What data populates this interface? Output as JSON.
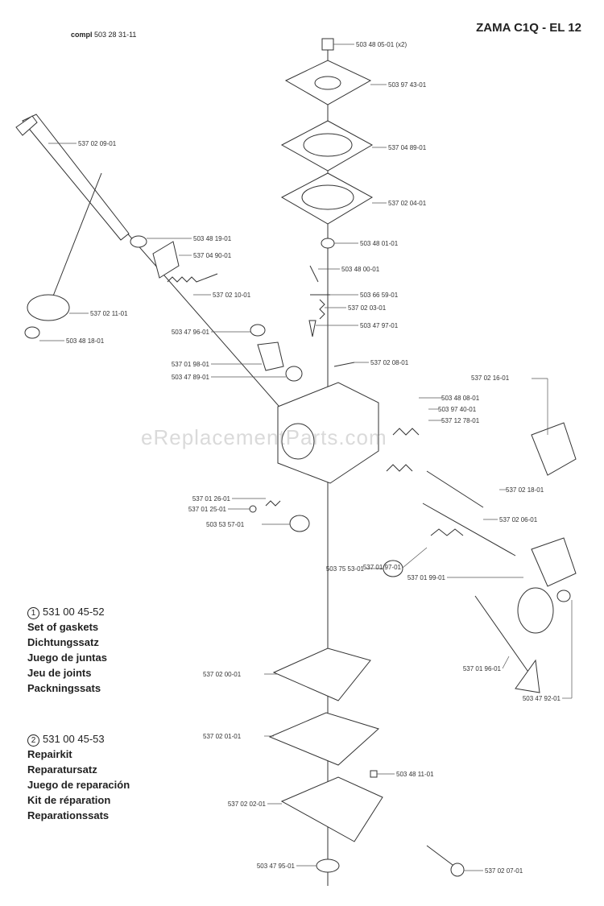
{
  "title": "ZAMA C1Q - EL 12",
  "compl": {
    "label": "compl",
    "number": "503 28 31-11"
  },
  "watermark": "eReplacementParts.com",
  "kit1": {
    "symbol": "1",
    "number": "531 00 45-52",
    "lines": [
      "Set of gaskets",
      "Dichtungssatz",
      "Juego de juntas",
      "Jeu de joints",
      "Packningssats"
    ]
  },
  "kit2": {
    "symbol": "2",
    "number": "531 00 45-53",
    "lines": [
      "Repairkit",
      "Reparatursatz",
      "Juego de reparación",
      "Kit de réparation",
      "Reparationssats"
    ]
  },
  "parts": [
    {
      "id": "p1",
      "label": "503 48 05-01 (x2)"
    },
    {
      "id": "p2",
      "label": "503 97 43-01"
    },
    {
      "id": "p3",
      "label": "537 04 89-01"
    },
    {
      "id": "p4",
      "label": "537 02 04-01"
    },
    {
      "id": "p5",
      "label": "503 48 01-01"
    },
    {
      "id": "p6",
      "label": "503 48 00-01"
    },
    {
      "id": "p7",
      "label": "503 66 59-01"
    },
    {
      "id": "p8",
      "label": "537 02 03-01"
    },
    {
      "id": "p9",
      "label": "503 47 97-01"
    },
    {
      "id": "p10",
      "label": "537 02 08-01"
    },
    {
      "id": "p11",
      "label": "537 02 09-01"
    },
    {
      "id": "p12",
      "label": "503 48 19-01"
    },
    {
      "id": "p13",
      "label": "537 04 90-01"
    },
    {
      "id": "p14",
      "label": "537 02 10-01"
    },
    {
      "id": "p15",
      "label": "537 02 11-01"
    },
    {
      "id": "p16",
      "label": "503 48 18-01"
    },
    {
      "id": "p17",
      "label": "503 47 96-01"
    },
    {
      "id": "p18",
      "label": "537 01 98-01"
    },
    {
      "id": "p19",
      "label": "503 47 89-01"
    },
    {
      "id": "p20",
      "label": "537 02 16-01"
    },
    {
      "id": "p21",
      "label": "503 48 08-01"
    },
    {
      "id": "p22",
      "label": "503 97 40-01"
    },
    {
      "id": "p23",
      "label": "537 12 78-01"
    },
    {
      "id": "p24",
      "label": "537 02 18-01"
    },
    {
      "id": "p25",
      "label": "537 01 26-01"
    },
    {
      "id": "p26",
      "label": "537 01 25-01"
    },
    {
      "id": "p27",
      "label": "503 53 57-01"
    },
    {
      "id": "p28",
      "label": "537 02 06-01"
    },
    {
      "id": "p29",
      "label": "503 75 53-01"
    },
    {
      "id": "p30",
      "label": "537 01 97-01"
    },
    {
      "id": "p31",
      "label": "537 01 99-01"
    },
    {
      "id": "p32",
      "label": "537 01 96-01"
    },
    {
      "id": "p33",
      "label": "537 02 00-01"
    },
    {
      "id": "p34",
      "label": "503 47 92-01"
    },
    {
      "id": "p35",
      "label": "537 02 01-01"
    },
    {
      "id": "p36",
      "label": "503 48 11-01"
    },
    {
      "id": "p37",
      "label": "537 02 02-01"
    },
    {
      "id": "p38",
      "label": "503 47 95-01"
    },
    {
      "id": "p39",
      "label": "537 02 07-01"
    }
  ]
}
